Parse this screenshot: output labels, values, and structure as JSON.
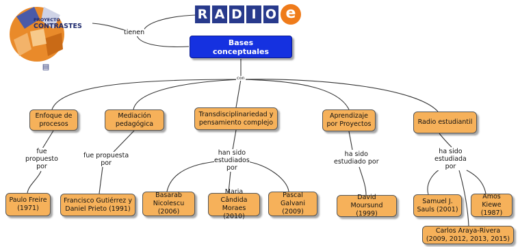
{
  "logo": {
    "line1": "PROYECTO",
    "line2": "CONTRASTES",
    "icon": "puzzle-globe-icon",
    "sub_icon": "document-icon"
  },
  "brand": {
    "letters": [
      "R",
      "A",
      "D",
      "I",
      "O"
    ],
    "e": "e"
  },
  "root": {
    "line1": "Bases",
    "line2": "conceptuales"
  },
  "labels": {
    "tienen": "tienen",
    "con": "con",
    "fue1": [
      "fue",
      "propuesto",
      "por"
    ],
    "fue2": [
      "fue propuesta",
      "por"
    ],
    "han1": [
      "han sido",
      "estudiados",
      "por"
    ],
    "ha1": [
      "ha sido",
      "estudiado por"
    ],
    "ha2": [
      "ha sido",
      "estudiada",
      "por"
    ]
  },
  "concepts": [
    {
      "line1": "Enfoque de",
      "line2": "procesos"
    },
    {
      "line1": "Mediación",
      "line2": "pedagógica"
    },
    {
      "line1": "Transdisciplinariedad y",
      "line2": "pensamiento complejo"
    },
    {
      "line1": "Aprendizaje",
      "line2": "por Proyectos"
    },
    {
      "line1": "Radio estudiantil",
      "line2": ""
    }
  ],
  "authors": [
    {
      "line1": "Paulo Freire",
      "line2": "(1971)"
    },
    {
      "line1": "Francisco Gutiérrez y",
      "line2": "Daniel Prieto (1991)"
    },
    {
      "line1": "Basarab",
      "line2": "Nicolescu (2006)"
    },
    {
      "line1": "Maria Cândida",
      "line2": "Moraes (2010)"
    },
    {
      "line1": "Pascal",
      "line2": "Galvani (2009)"
    },
    {
      "line1": "David",
      "line2": "Moursund (1999)"
    },
    {
      "line1": "Samuel J.",
      "line2": "Sauls (2001)"
    },
    {
      "line1": "Amos",
      "line2": "Kiewe (1987)"
    },
    {
      "line1": "Carlos Araya-Rivera",
      "line2": "(2009, 2012, 2013, 2015)"
    }
  ],
  "colors": {
    "root": "#1531e0",
    "node": "#f6b15a",
    "brand": "#283a8c",
    "accent": "#ef7b1a"
  }
}
